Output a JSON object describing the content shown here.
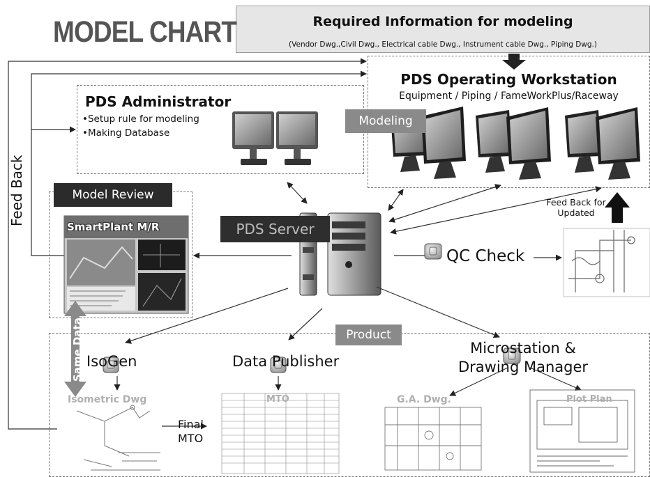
{
  "header": {
    "title": "MODEL CHART",
    "required_title": "Required Information for modeling",
    "required_subtitle": "(Vendor Dwg.,Civil Dwg., Electrical cable Dwg., Instrument cable Dwg., Piping Dwg.)"
  },
  "workstation": {
    "title": "PDS Operating Workstation",
    "subtitle": "Equipment / Piping / FameWorkPlus/Raceway",
    "tag": "Modeling"
  },
  "administrator": {
    "title": "PDS Administrator",
    "bullets": [
      "•Setup rule for modeling",
      "•Making Database"
    ]
  },
  "model_review": {
    "tag": "Model Review",
    "screen_title": "SmartPlant M/R"
  },
  "server": {
    "tag": "PDS Server"
  },
  "feedback": {
    "side_label": "Feed Back",
    "updated_label": "Feed Back for Updated"
  },
  "qc": {
    "label": "QC Check"
  },
  "product": {
    "tag": "Product",
    "isogen": "IsoGen",
    "data_publisher": "Data Publisher",
    "microstation": "Microstation & Drawing Manager",
    "same_data": "Same Data",
    "final_mto": "Final MTO",
    "isometric_dwg": "Isometric Dwg",
    "mto": "MTO",
    "ga_dwg": "G.A. Dwg.",
    "plan_dwg": "Plot Plan"
  }
}
